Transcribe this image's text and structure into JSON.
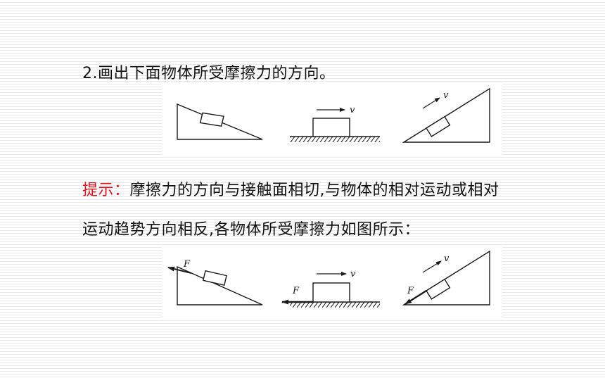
{
  "question": {
    "text": "2.画出下面物体所受摩擦力的方向。"
  },
  "hint": {
    "label": "提示：",
    "line1": "摩擦力的方向与接触面相切,与物体的相对运动或相对",
    "line2": "运动趋势方向相反,各物体所受摩擦力如图所示："
  },
  "figures": {
    "velocity_label": "v",
    "friction_label": "F"
  },
  "colors": {
    "hint_label": "#e8101a",
    "text": "#111111",
    "lines": "#1a1a1a"
  }
}
